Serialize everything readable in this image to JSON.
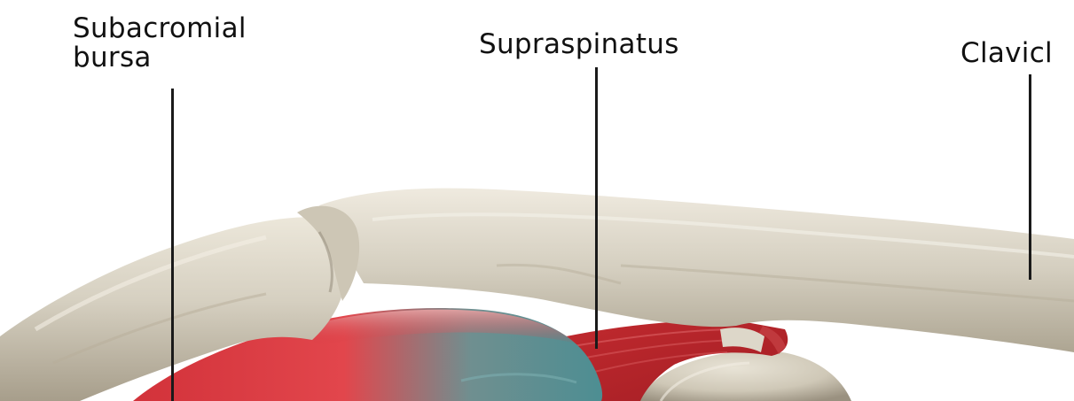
{
  "labels": {
    "subacromial_bursa_line1": "Subacromial",
    "subacromial_bursa_line2": "bursa",
    "supraspinatus": "Supraspinatus",
    "clavicle": "Clavicl"
  },
  "colors": {
    "bone": "#d8d2c4",
    "bone_shadow": "#a9a08d",
    "muscle_red": "#d9343b",
    "bursa_teal": "#5e9c9f",
    "label_text": "#111111",
    "background": "#ffffff"
  }
}
